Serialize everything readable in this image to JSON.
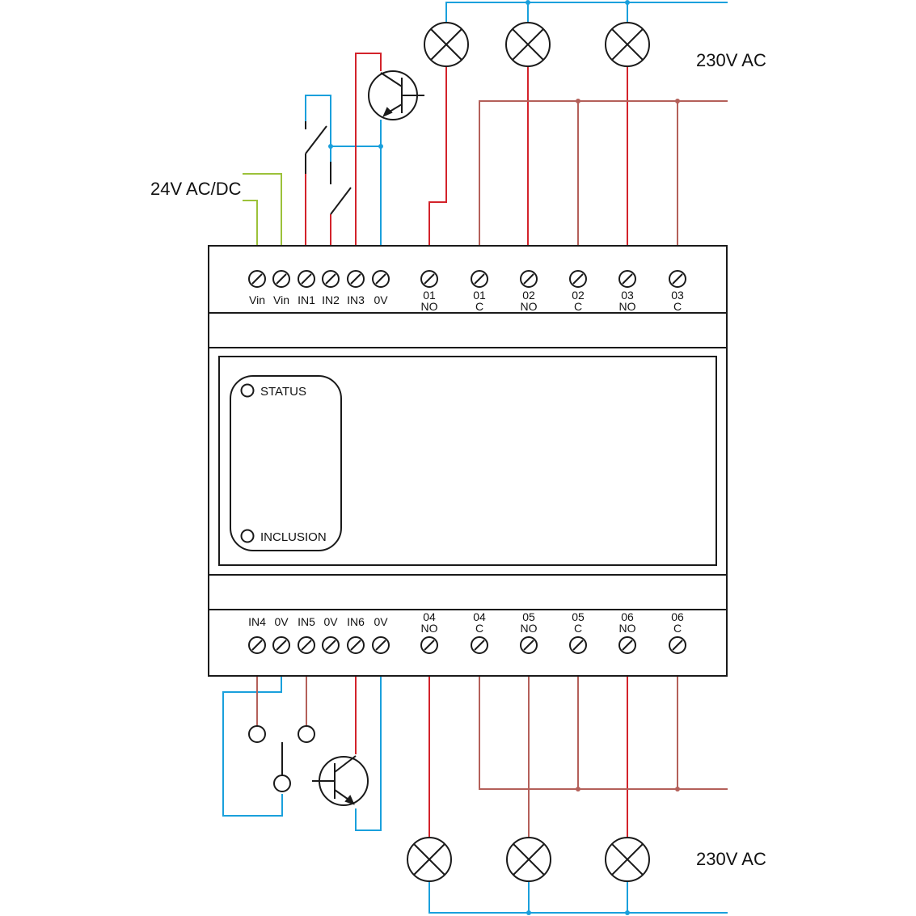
{
  "supply_labels": {
    "top_230v": "230V AC",
    "bottom_230v": "230V AC",
    "dc_24v": "24V AC/DC"
  },
  "colors": {
    "outline": "#1a1a1a",
    "live": "#d3232b",
    "neutral": "#1aa0dc",
    "common": "#b4605a",
    "dc_supply": "#9cc23a"
  },
  "top_terminals": [
    {
      "id": "vin-a",
      "line1": "Vin",
      "line2": ""
    },
    {
      "id": "vin-b",
      "line1": "Vin",
      "line2": ""
    },
    {
      "id": "in1",
      "line1": "IN1",
      "line2": ""
    },
    {
      "id": "in2",
      "line1": "IN2",
      "line2": ""
    },
    {
      "id": "in3",
      "line1": "IN3",
      "line2": ""
    },
    {
      "id": "0v-top",
      "line1": "0V",
      "line2": ""
    },
    {
      "id": "01-no",
      "line1": "01",
      "line2": "NO"
    },
    {
      "id": "01-c",
      "line1": "01",
      "line2": "C"
    },
    {
      "id": "02-no",
      "line1": "02",
      "line2": "NO"
    },
    {
      "id": "02-c",
      "line1": "02",
      "line2": "C"
    },
    {
      "id": "03-no",
      "line1": "03",
      "line2": "NO"
    },
    {
      "id": "03-c",
      "line1": "03",
      "line2": "C"
    }
  ],
  "bottom_terminals": [
    {
      "id": "in4",
      "line1": "IN4",
      "line2": ""
    },
    {
      "id": "0v-a",
      "line1": "0V",
      "line2": ""
    },
    {
      "id": "in5",
      "line1": "IN5",
      "line2": ""
    },
    {
      "id": "0v-b",
      "line1": "0V",
      "line2": ""
    },
    {
      "id": "in6",
      "line1": "IN6",
      "line2": ""
    },
    {
      "id": "0v-c",
      "line1": "0V",
      "line2": ""
    },
    {
      "id": "04-no",
      "line1": "04",
      "line2": "NO"
    },
    {
      "id": "04-c",
      "line1": "04",
      "line2": "C"
    },
    {
      "id": "05-no",
      "line1": "05",
      "line2": "NO"
    },
    {
      "id": "05-c",
      "line1": "05",
      "line2": "C"
    },
    {
      "id": "06-no",
      "line1": "06",
      "line2": "NO"
    },
    {
      "id": "06-c",
      "line1": "06",
      "line2": "C"
    }
  ],
  "indicators": {
    "status": "STATUS",
    "inclusion": "INCLUSION"
  },
  "icons": {
    "terminal": "screw-terminal-icon",
    "lamp": "lamp-icon",
    "transistor": "transistor-icon",
    "switch": "switch-icon",
    "led": "led-indicator-icon"
  }
}
